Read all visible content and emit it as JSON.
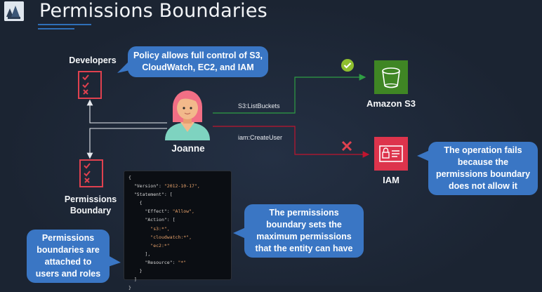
{
  "title": "Permissions Boundaries",
  "nodes": {
    "developers": "Developers",
    "joanne": "Joanne",
    "amazon_s3": "Amazon S3",
    "iam": "IAM",
    "permissions_boundary": "Permissions\nBoundary"
  },
  "edges": {
    "s3_action": "S3:ListBuckets",
    "iam_action": "iam:CreateUser"
  },
  "callouts": {
    "policy": "Policy allows full control of S3,\nCloudWatch, EC2, and IAM",
    "fails": "The operation fails\nbecause the\npermissions boundary\ndoes not allow it",
    "boundary_sets": "The permissions\nboundary sets the\nmaximum permissions\nthat the entity can have",
    "attached": "Permissions\nboundaries are\nattached to\nusers and roles"
  },
  "policy_json": {
    "l1": "{",
    "version_key": "  \"Version\": ",
    "version_val": "\"2012-10-17\",",
    "statement_key": "  \"Statement\": [",
    "l4": "    {",
    "effect_key": "      \"Effect\": ",
    "effect_val": "\"Allow\",",
    "action_key": "      \"Action\": [",
    "a1": "        \"s3:*\",",
    "a2": "        \"cloudwatch:*\",",
    "a3": "        \"ec2:*\"",
    "l10": "      ],",
    "resource_key": "      \"Resource\": ",
    "resource_val": "\"*\"",
    "l12": "    }",
    "l13": "  ]",
    "l14": "}"
  },
  "colors": {
    "allow": "#2f9e44",
    "deny": "#c0152f",
    "callout": "#3a76c4",
    "s3_icon": "#3f8624",
    "iam_icon": "#dd344c",
    "checklist": "#e0414f"
  },
  "icons": {
    "developers": "checklist-icon",
    "boundary": "checklist-icon",
    "joanne": "user-avatar-icon",
    "s3": "bucket-icon",
    "iam": "id-card-lock-icon",
    "allowed": "check-circle-icon",
    "denied": "x-mark-icon"
  }
}
